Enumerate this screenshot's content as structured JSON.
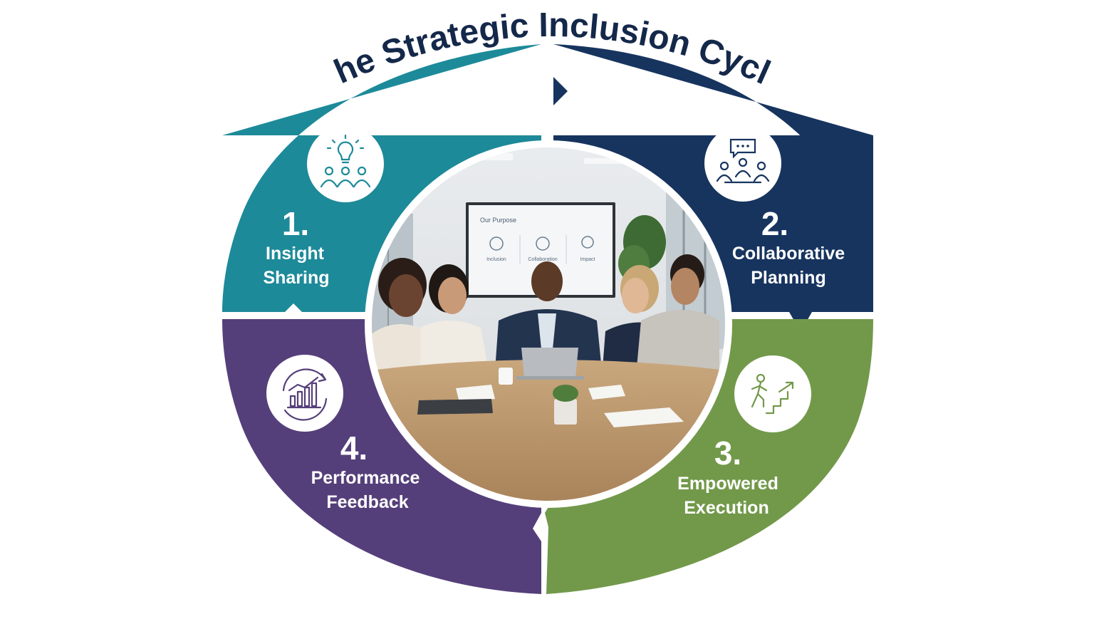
{
  "title": "The Strategic Inclusion Cycle",
  "colors": {
    "teal": "#1d8a99",
    "navy": "#17345f",
    "green": "#72994a",
    "purple": "#553f7a",
    "title": "#14284a"
  },
  "steps": [
    {
      "number": "1.",
      "line1": "Insight",
      "line2": "Sharing",
      "icon": "lightbulb-team-icon"
    },
    {
      "number": "2.",
      "line1": "Collaborative",
      "line2": "Planning",
      "icon": "meeting-chat-icon"
    },
    {
      "number": "3.",
      "line1": "Empowered",
      "line2": "Execution",
      "icon": "stairs-climb-icon"
    },
    {
      "number": "4.",
      "line1": "Performance",
      "line2": "Feedback",
      "icon": "growth-chart-icon"
    }
  ],
  "photo": {
    "screen_heading": "Our Purpose",
    "screen_items": [
      "Inclusion",
      "Collaboration",
      "Impact"
    ]
  }
}
